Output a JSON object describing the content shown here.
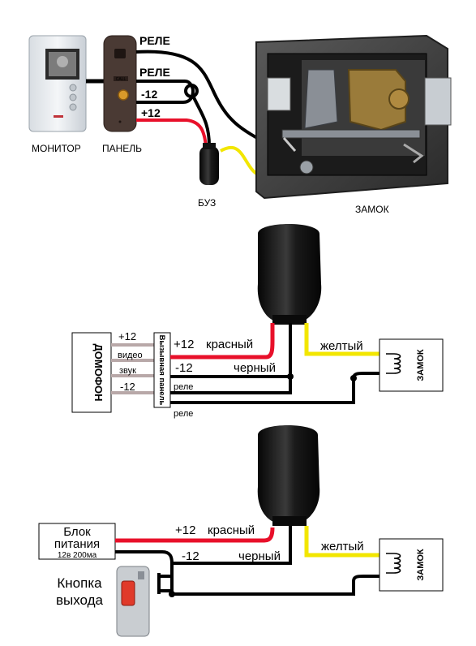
{
  "top": {
    "monitor_label": "МОНИТОР",
    "panel_label": "ПАНЕЛЬ",
    "buz_label": "БУЗ",
    "lock_label": "ЗАМОК",
    "wire_rele1": "РЕЛЕ",
    "wire_rele2": "РЕЛЕ",
    "wire_minus12": "-12",
    "wire_plus12": "+12",
    "call_button": "CALL"
  },
  "middle": {
    "domofon_label": "ДОМОФОН",
    "panel_label": "Вызывная панель",
    "pin_plus12": "+12",
    "pin_video": "видео",
    "pin_zvuk": "звук",
    "pin_minus12": "-12",
    "wire_plus12": "+12",
    "wire_red": "красный",
    "wire_minus12": "-12",
    "wire_black": "черный",
    "wire_rele1": "реле",
    "wire_rele2": "реле",
    "wire_yellow": "желтый",
    "lock_label": "ЗАМОК"
  },
  "bottom": {
    "psu_line1": "Блок",
    "psu_line2": "питания",
    "psu_spec": "12в 200ма",
    "wire_plus12": "+12",
    "wire_red": "красный",
    "wire_minus12": "-12",
    "wire_black": "черный",
    "wire_yellow": "желтый",
    "lock_label": "ЗАМОК",
    "button_line1": "Кнопка",
    "button_line2": "выхода"
  },
  "colors": {
    "red_wire": "#e8102a",
    "yellow_wire": "#f2e600",
    "black_wire": "#000000",
    "gray_wire": "#b8a8a8"
  }
}
